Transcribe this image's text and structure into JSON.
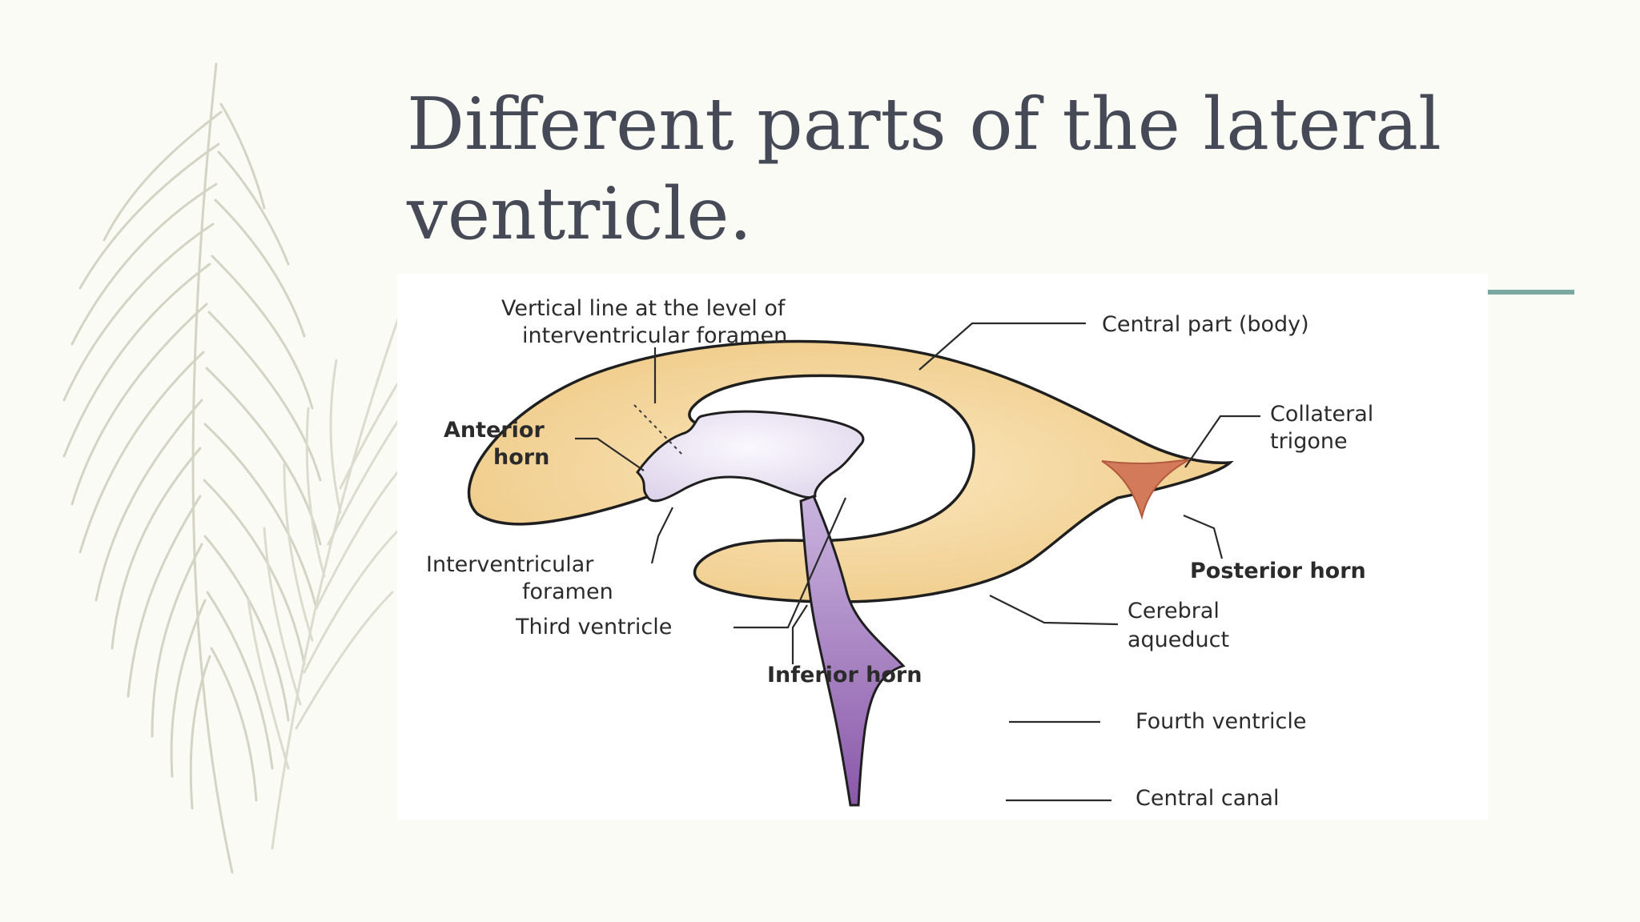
{
  "slide": {
    "title": "Different parts of the lateral ventricle."
  },
  "diagram": {
    "labels": {
      "vertical_line_1": "Vertical line at the level of",
      "vertical_line_2": "interventricular foramen",
      "central_part": "Central part (body)",
      "anterior_horn_1": "Anterior",
      "anterior_horn_2": "horn",
      "collateral_1": "Collateral",
      "collateral_2": "trigone",
      "interventricular_1": "Interventricular",
      "interventricular_2": "foramen",
      "posterior_horn": "Posterior horn",
      "third_ventricle": "Third ventricle",
      "cerebral_aqueduct_1": "Cerebral",
      "cerebral_aqueduct_2": "aqueduct",
      "inferior_horn": "Inferior horn",
      "fourth_ventricle": "Fourth ventricle",
      "central_canal": "Central canal"
    }
  },
  "colors": {
    "background": "#fbfbf6",
    "title_text": "#454a56",
    "accent_line": "#7aa8a0",
    "lateral_ventricle_fill": "#f3d08e",
    "third_ventricle_fill": "#e9e2f1",
    "fourth_ventricle_fill": "#9b6bb6",
    "collateral_trigone_fill": "#d27a5a",
    "feather": "#c8c9b8"
  }
}
